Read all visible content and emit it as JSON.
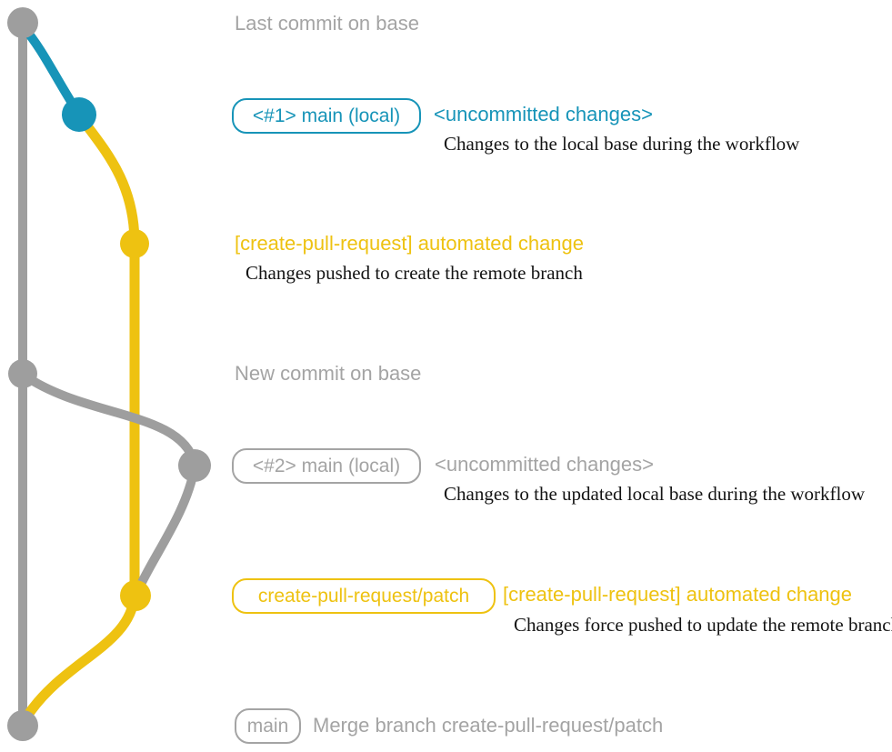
{
  "colors": {
    "teal": "#1794B8",
    "yellow": "#EEC211",
    "gray": "#9E9E9E",
    "gray_text": "#A4A4A4",
    "text_black": "#141414",
    "background": "#FFFFFF"
  },
  "graph": {
    "type": "git-branch-diagram",
    "branches": [
      {
        "name": "base",
        "color": "gray"
      },
      {
        "name": "main (local)",
        "color": "teal"
      },
      {
        "name": "create-pull-request/patch",
        "color": "yellow"
      }
    ],
    "commits": [
      {
        "label": "Last commit on base",
        "color": "gray"
      },
      {
        "label": "<uncommitted changes> #1",
        "color": "teal"
      },
      {
        "label": "[create-pull-request] automated change #1",
        "color": "yellow"
      },
      {
        "label": "New commit on base",
        "color": "gray"
      },
      {
        "label": "<uncommitted changes> #2",
        "color": "gray"
      },
      {
        "label": "[create-pull-request] automated change #2",
        "color": "yellow"
      },
      {
        "label": "Merge branch create-pull-request/patch",
        "color": "gray"
      }
    ]
  },
  "annotations": {
    "last_commit": {
      "text": "Last commit on base"
    },
    "workflow_1": {
      "badge": "<#1> main (local)",
      "heading": "<uncommitted changes>",
      "detail": "Changes to the local base during the workflow"
    },
    "push_1": {
      "heading": "[create-pull-request] automated change",
      "detail": "Changes pushed to create the remote branch"
    },
    "new_commit": {
      "text": "New commit on base"
    },
    "workflow_2": {
      "badge": "<#2> main (local)",
      "heading": "<uncommitted changes>",
      "detail": "Changes to the updated local base during the workflow"
    },
    "push_2": {
      "badge": "create-pull-request/patch",
      "heading": "[create-pull-request] automated change",
      "detail": "Changes force pushed to update the remote branch"
    },
    "merge": {
      "badge": "main",
      "text": "Merge branch create-pull-request/patch"
    }
  }
}
